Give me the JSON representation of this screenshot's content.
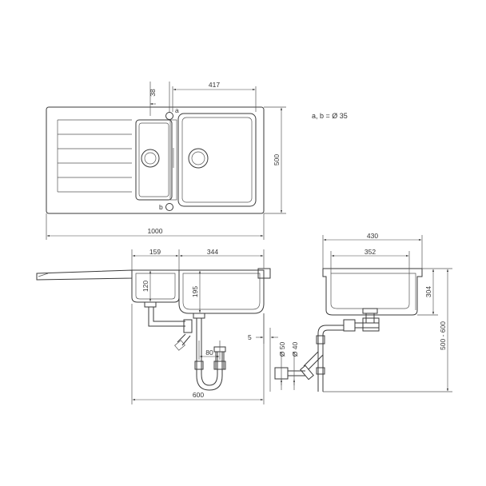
{
  "note": "a, b = Ø 35",
  "labels": {
    "a": "a",
    "b": "b"
  },
  "top_view": {
    "width": "1000",
    "depth": "500",
    "main_bowl_width": "417",
    "tap_offset": "38"
  },
  "front_view": {
    "small_bowl": "159",
    "main_bowl": "344",
    "small_bowl_depth": "120",
    "main_bowl_depth": "195",
    "waste_spacing": "80",
    "cabinet": "600"
  },
  "side_view": {
    "outer_width": "430",
    "inner_width": "352",
    "depth": "304",
    "range": "500 - 600",
    "offset": "5",
    "pipe_50": "Ø 50",
    "pipe_40": "Ø 40"
  }
}
